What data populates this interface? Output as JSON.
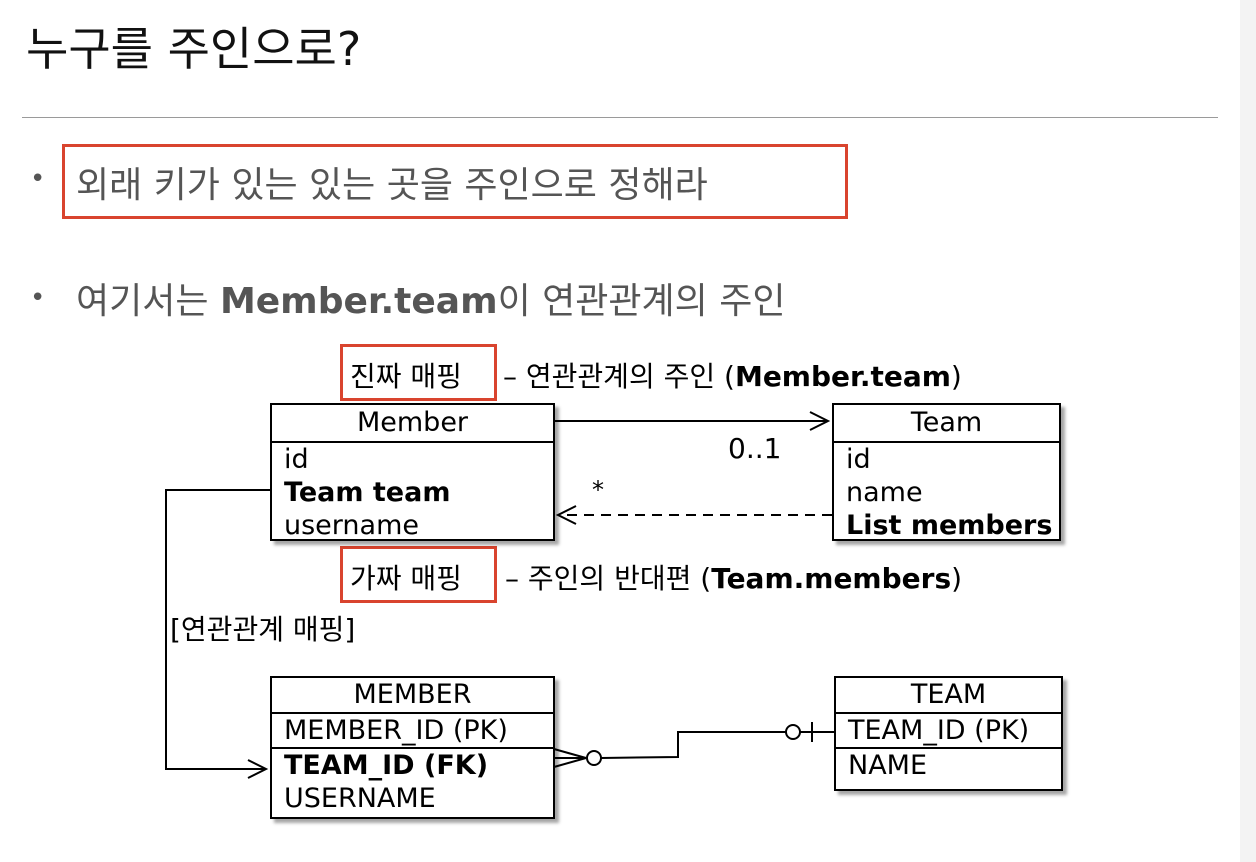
{
  "slide": {
    "title": "누구를 주인으로?",
    "bullets": [
      {
        "marker": "•",
        "text": "외래 키가 있는 있는 곳을 주인으로 정해라"
      },
      {
        "marker": "•",
        "pre": "여기서는 ",
        "bold": "Member.team",
        "post": "이 연관관계의 주인"
      }
    ]
  },
  "diagram": {
    "real_mapping": {
      "boxed": "진짜 매핑",
      "rest": "– 연관관계의 주인 (",
      "bold": "Member.team",
      "close": ")"
    },
    "fake_mapping": {
      "boxed": "가짜 매핑",
      "rest": "– 주인의 반대편 (",
      "bold": "Team.members",
      "close": ")"
    },
    "mapping_label": "[연관관계 매핑]",
    "multiplicity_one": "0..1",
    "multiplicity_many": "*",
    "member_class": {
      "name": "Member",
      "fields": [
        "id",
        "Team team",
        "username"
      ]
    },
    "team_class": {
      "name": "Team",
      "fields": [
        "id",
        "name",
        "List members"
      ]
    },
    "member_table": {
      "name": "MEMBER",
      "pk": "MEMBER_ID (PK)",
      "fk": "TEAM_ID (FK)",
      "col": "USERNAME"
    },
    "team_table": {
      "name": "TEAM",
      "pk": "TEAM_ID (PK)",
      "col": "NAME"
    }
  },
  "colors": {
    "highlight": "#d9442e",
    "bullet_text": "#555555"
  }
}
